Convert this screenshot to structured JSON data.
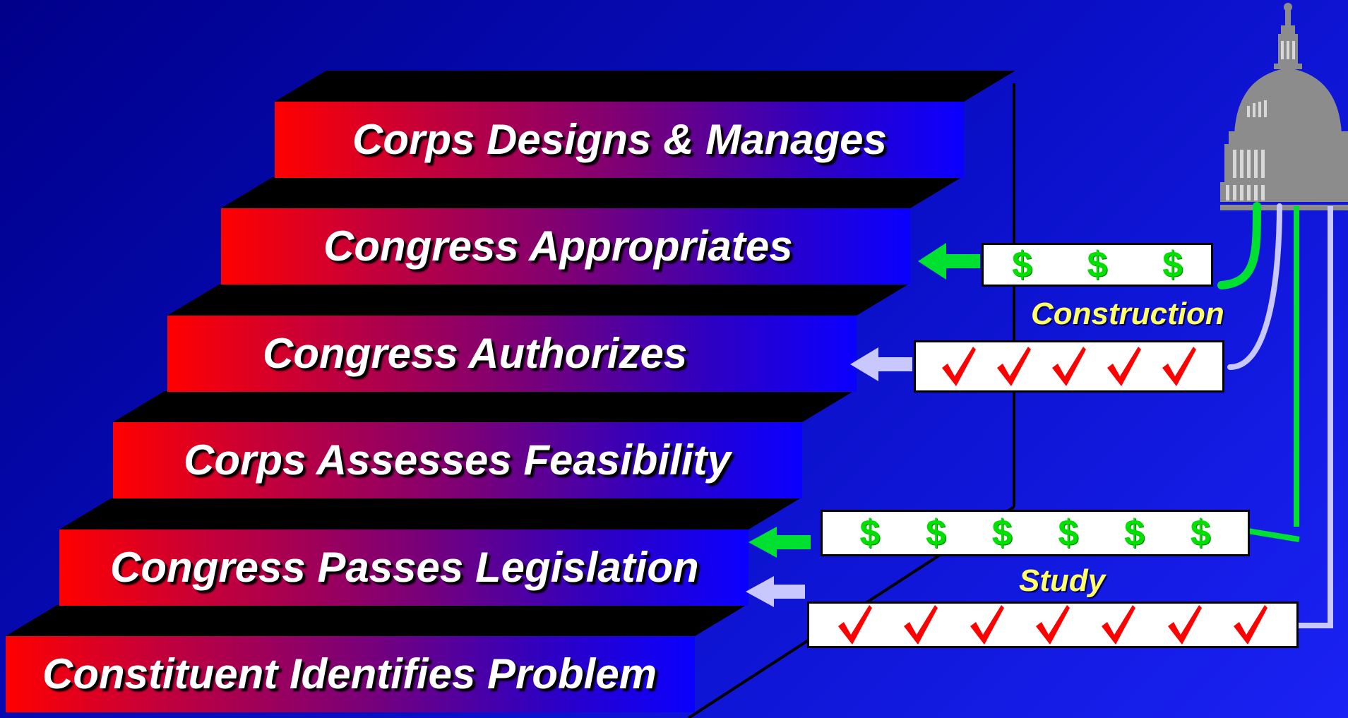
{
  "steps": [
    {
      "label": "Constituent Identifies Problem"
    },
    {
      "label": "Congress Passes Legislation"
    },
    {
      "label": "Corps Assesses Feasibility"
    },
    {
      "label": "Congress Authorizes"
    },
    {
      "label": "Congress Appropriates"
    },
    {
      "label": "Corps Designs & Manages"
    }
  ],
  "construction": {
    "caption": "Construction",
    "money_symbol": "$",
    "money_count": 3,
    "check_count": 5
  },
  "study": {
    "caption": "Study",
    "money_symbol": "$",
    "money_count": 6,
    "check_count": 7
  },
  "colors": {
    "money": "#00e000",
    "check": "#ff0000",
    "funding_line": "#00e030",
    "authorization_line": "#c8c8ff",
    "caption": "#ffff66"
  },
  "icons": [
    "capitol-dome-icon",
    "dollar-icon",
    "checkmark-icon",
    "arrow-left-icon"
  ]
}
